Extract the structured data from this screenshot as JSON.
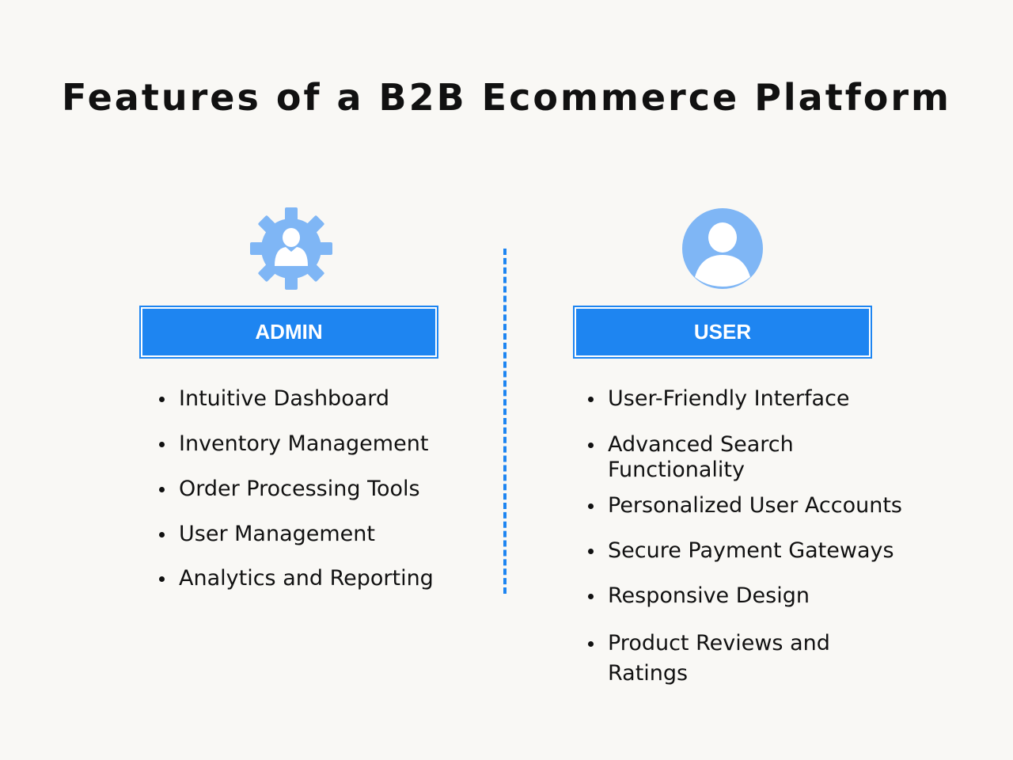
{
  "title": "Features of a B2B Ecommerce Platform",
  "colors": {
    "accent": "#1e85f1",
    "icon": "#7fb6f5",
    "background": "#f9f8f5"
  },
  "admin": {
    "icon": "gear-user-icon",
    "label": "ADMIN",
    "items": [
      "Intuitive Dashboard",
      "Inventory Management",
      "Order Processing Tools",
      "User Management",
      "Analytics and Reporting"
    ]
  },
  "user": {
    "icon": "user-circle-icon",
    "label": "USER",
    "items": [
      "User-Friendly Interface",
      "Advanced Search Functionality",
      "Personalized User Accounts",
      "Secure Payment Gateways",
      "Responsive Design",
      "Product Reviews and Ratings"
    ]
  }
}
